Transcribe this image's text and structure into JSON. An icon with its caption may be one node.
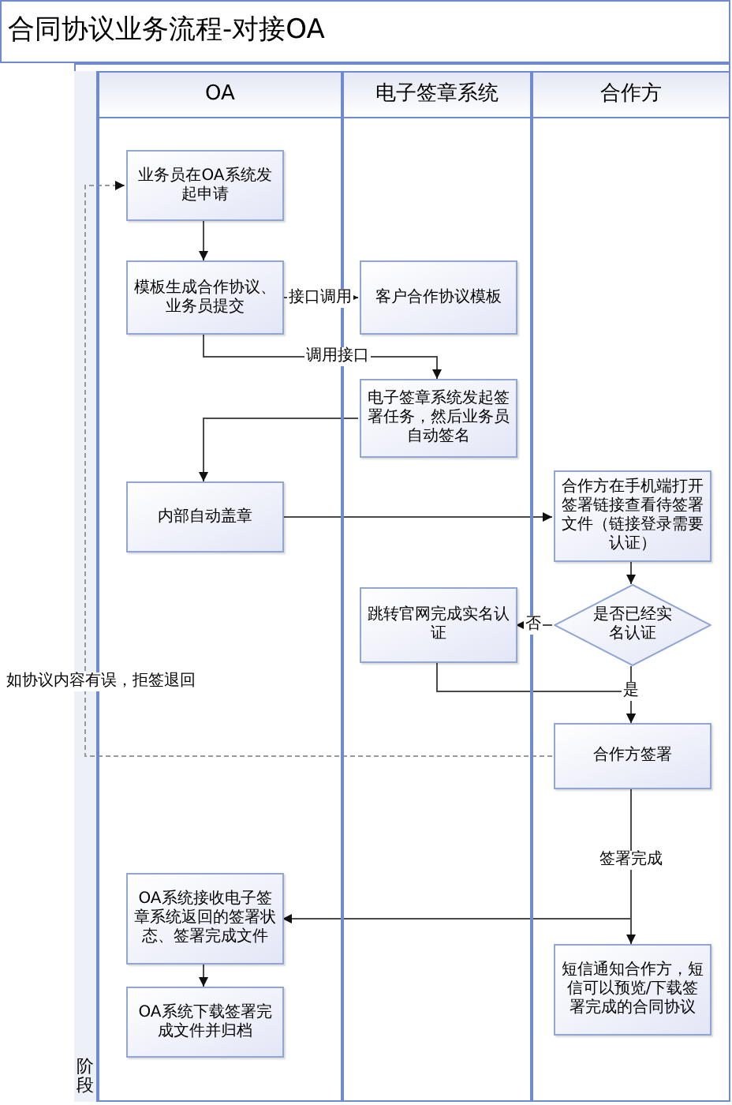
{
  "diagram": {
    "title": "合同协议业务流程-对接OA",
    "nodes": [
      {
        "text": [
          "OA"
        ]
      },
      {
        "text": [
          "电子签章系统"
        ]
      },
      {
        "text": [
          "合作方"
        ]
      },
      {
        "text": [
          "业务员在OA系统发起申请"
        ],
        "in": 0
      },
      {
        "text": [
          "模板生成合作协议、业务员提交"
        ],
        "in": 0
      },
      {
        "text": [
          "客户合作协议模板"
        ],
        "in": 1
      },
      {
        "text": [
          "电子签章系统发起签署任务，然后业务员自动签名"
        ],
        "in": 1
      },
      {
        "text": [
          "内部自动盖章"
        ],
        "in": 0
      },
      {
        "text": [
          "合作方在手机端打开签署链接查看待签署文件（链接登录需要认证）"
        ],
        "in": 2
      },
      {
        "text": [
          "是否已经实名认证"
        ],
        "in": 2
      },
      {
        "text": [
          "跳转官网完成实名认证"
        ],
        "in": 1
      },
      {
        "text": [
          "合作方签署"
        ],
        "in": 2
      },
      {
        "text": [
          "OA系统接收电子签章系统返回的签署状态、签署完成文件"
        ],
        "in": 0
      },
      {
        "text": [
          "OA系统下载签署完成文件并归档"
        ],
        "in": 0
      },
      {
        "text": [
          "短信通知合作方，短信可以预览/下载签署完成的合同协议"
        ],
        "in": 2
      }
    ],
    "edges": [
      {
        "from": 3,
        "to": 4,
        "arrow": "to"
      },
      {
        "from": 4,
        "to": 5,
        "arrow": "to",
        "label": "接口调用"
      },
      {
        "from": 4,
        "to": 6,
        "arrow": "to",
        "label": "调用接口"
      },
      {
        "from": 6,
        "to": 7,
        "arrow": "to"
      },
      {
        "from": 7,
        "to": 8,
        "arrow": "to"
      },
      {
        "from": 8,
        "to": 9,
        "arrow": "to"
      },
      {
        "from": 9,
        "to": 10,
        "arrow": "to",
        "label": "否"
      },
      {
        "from": 10,
        "to": 11,
        "arrow": "to"
      },
      {
        "from": 9,
        "to": 11,
        "arrow": "to",
        "label": "是"
      },
      {
        "from": 11,
        "to": 3,
        "arrow": "to",
        "style": "dashed",
        "color": "#999999",
        "label": "如协议内容有误，拒签退回"
      },
      {
        "from": 11,
        "to": 14,
        "arrow": "to",
        "label": "签署完成"
      },
      {
        "from": 11,
        "to": 12,
        "arrow": "to"
      },
      {
        "from": 12,
        "to": 13,
        "arrow": "to"
      }
    ],
    "labels": [
      "阶段"
    ]
  }
}
